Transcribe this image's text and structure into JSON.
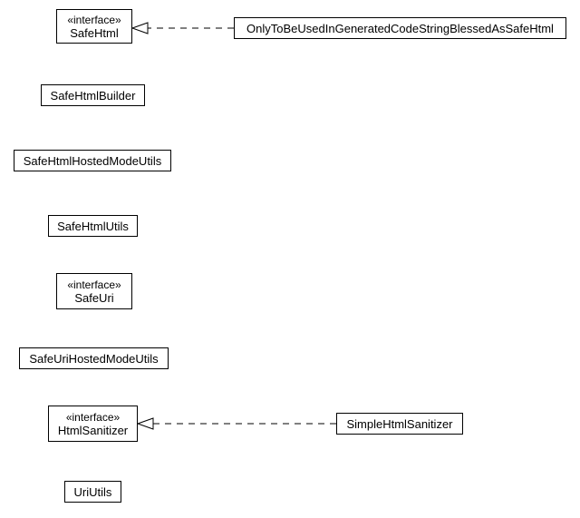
{
  "classes": {
    "safe_html": {
      "stereotype": "«interface»",
      "name": "SafeHtml"
    },
    "only_to_be_used": {
      "name": "OnlyToBeUsedInGeneratedCodeStringBlessedAsSafeHtml"
    },
    "safe_html_builder": {
      "name": "SafeHtmlBuilder"
    },
    "safe_html_hosted_mode_utils": {
      "name": "SafeHtmlHostedModeUtils"
    },
    "safe_html_utils": {
      "name": "SafeHtmlUtils"
    },
    "safe_uri": {
      "stereotype": "«interface»",
      "name": "SafeUri"
    },
    "safe_uri_hosted_mode_utils": {
      "name": "SafeUriHostedModeUtils"
    },
    "html_sanitizer": {
      "stereotype": "«interface»",
      "name": "HtmlSanitizer"
    },
    "simple_html_sanitizer": {
      "name": "SimpleHtmlSanitizer"
    },
    "uri_utils": {
      "name": "UriUtils"
    }
  },
  "relations": [
    {
      "type": "realization",
      "from": "OnlyToBeUsedInGeneratedCodeStringBlessedAsSafeHtml",
      "to": "SafeHtml"
    },
    {
      "type": "realization",
      "from": "SimpleHtmlSanitizer",
      "to": "HtmlSanitizer"
    }
  ]
}
